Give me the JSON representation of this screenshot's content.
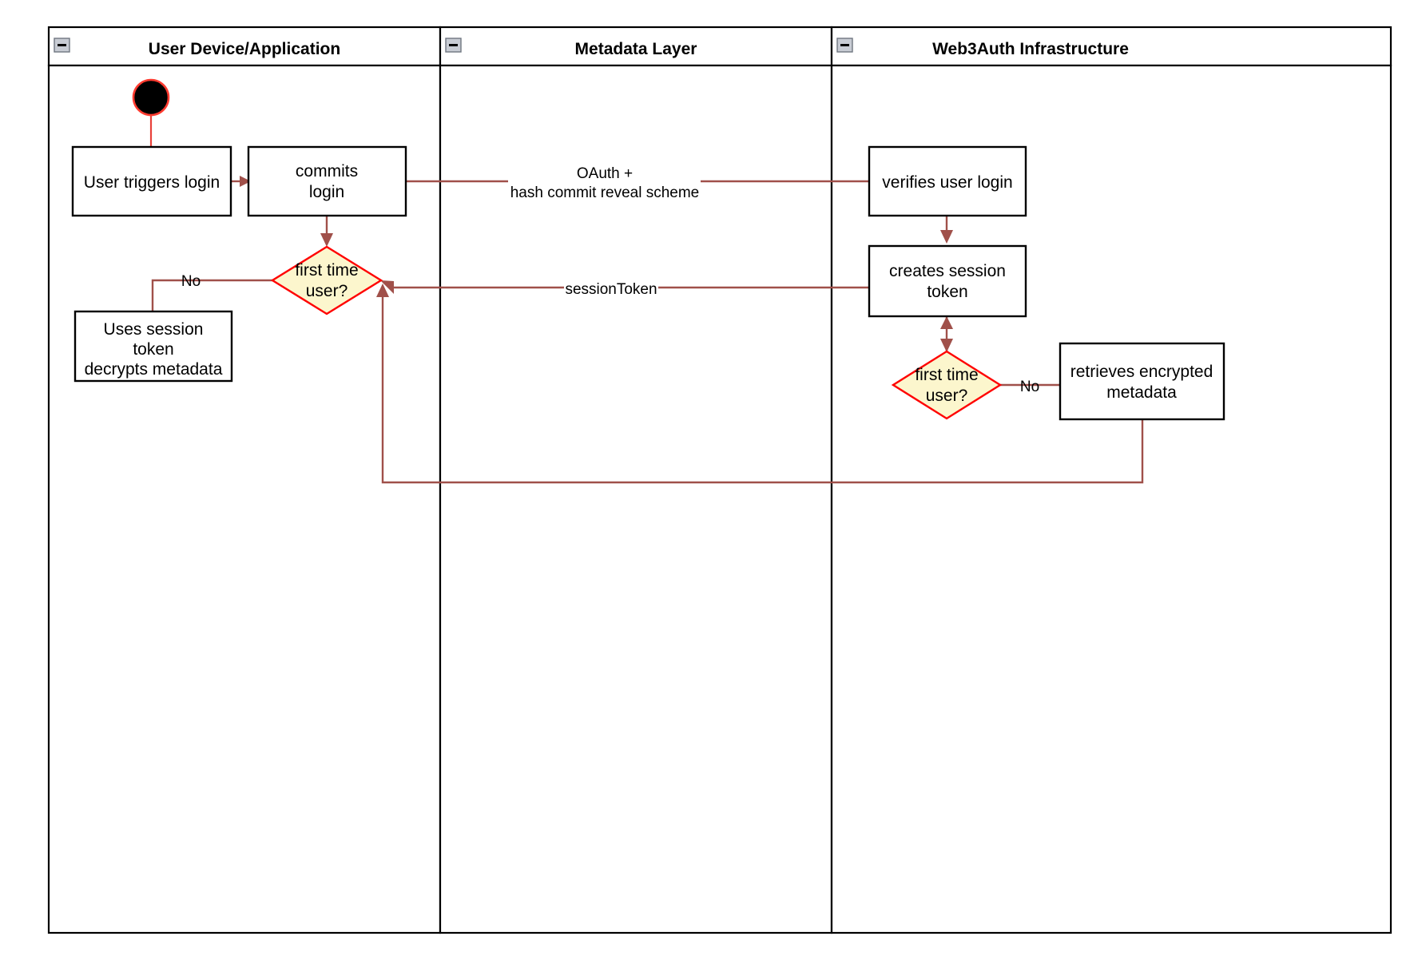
{
  "diagram": {
    "type": "uml-activity-swimlane",
    "title": "Web3Auth login activity diagram",
    "colors": {
      "lane_border": "#000000",
      "node_border": "#000000",
      "decision_fill": "#fcf6cd",
      "decision_border": "#ff0000",
      "flow": "#a0504a",
      "start_node_fill": "#000000",
      "start_node_ring": "#ff3b30",
      "background": "#ffffff",
      "collapse_icon": "#c8ccd4"
    },
    "lanes": [
      {
        "id": "lane-user-device",
        "title": "User Device/Application",
        "collapse_icon": "minus-icon"
      },
      {
        "id": "lane-metadata",
        "title": "Metadata Layer",
        "collapse_icon": "minus-icon"
      },
      {
        "id": "lane-web3auth",
        "title": "Web3Auth Infrastructure",
        "collapse_icon": "minus-icon"
      }
    ],
    "nodes": [
      {
        "id": "start",
        "lane": "lane-user-device",
        "kind": "initial-node",
        "label": ""
      },
      {
        "id": "user-triggers-login",
        "lane": "lane-user-device",
        "kind": "activity",
        "label": "User triggers login",
        "lines": [
          "User triggers login"
        ]
      },
      {
        "id": "commits-login",
        "lane": "lane-user-device",
        "kind": "activity",
        "label": "commits login",
        "lines": [
          "commits",
          "login"
        ]
      },
      {
        "id": "first-time-user-left",
        "lane": "lane-user-device",
        "kind": "decision",
        "label": "first time user?",
        "lines": [
          "first time",
          "user?"
        ]
      },
      {
        "id": "uses-session-token",
        "lane": "lane-user-device",
        "kind": "activity",
        "label": "Uses session token decrypts metadata",
        "lines": [
          "Uses session",
          "token",
          "decrypts metadata"
        ]
      },
      {
        "id": "verifies-user-login",
        "lane": "lane-web3auth",
        "kind": "activity",
        "label": "verifies user login",
        "lines": [
          "verifies user login"
        ]
      },
      {
        "id": "creates-session-token",
        "lane": "lane-web3auth",
        "kind": "activity",
        "label": "creates session token",
        "lines": [
          "creates session",
          "token"
        ]
      },
      {
        "id": "first-time-user-right",
        "lane": "lane-web3auth",
        "kind": "decision",
        "label": "first time user?",
        "lines": [
          "first time",
          "user?"
        ]
      },
      {
        "id": "retrieves-encrypted-metadata",
        "lane": "lane-web3auth",
        "kind": "activity",
        "label": "retrieves encrypted metadata",
        "lines": [
          "retrieves encrypted",
          "metadata"
        ]
      }
    ],
    "edge_labels": {
      "oauth": {
        "lines": [
          "OAuth +",
          "hash commit reveal scheme"
        ],
        "text": "OAuth + hash commit reveal scheme"
      },
      "session_token": {
        "text": "sessionToken"
      },
      "no_left": {
        "text": "No"
      },
      "no_right": {
        "text": "No"
      }
    }
  }
}
